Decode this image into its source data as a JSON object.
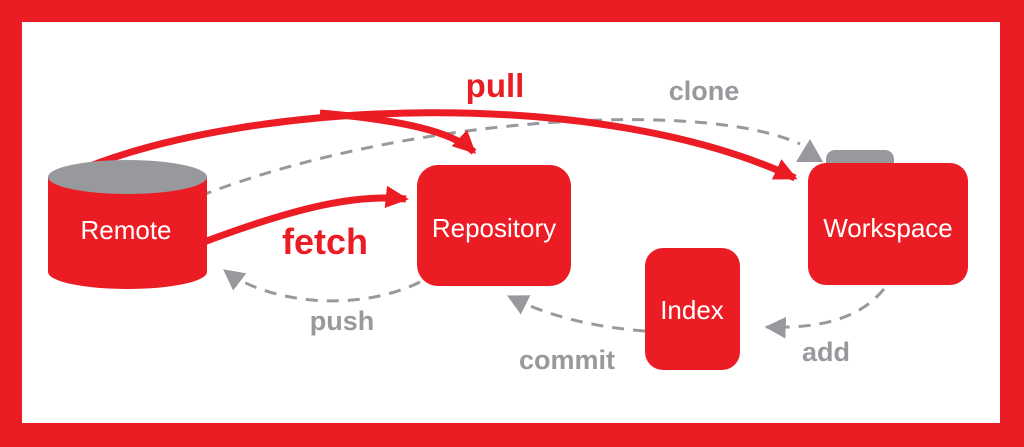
{
  "diagram": {
    "nodes": {
      "remote": {
        "label": "Remote",
        "shape": "database-cylinder"
      },
      "repository": {
        "label": "Repository",
        "shape": "rounded-rectangle"
      },
      "index": {
        "label": "Index",
        "shape": "rounded-rectangle"
      },
      "workspace": {
        "label": "Workspace",
        "shape": "folder"
      }
    },
    "actions": {
      "pull": {
        "label": "pull",
        "style": "solid-red",
        "from": "remote",
        "to": "workspace-and-repository"
      },
      "clone": {
        "label": "clone",
        "style": "dashed-gray",
        "from": "remote",
        "to": "workspace"
      },
      "fetch": {
        "label": "fetch",
        "style": "solid-red",
        "from": "remote",
        "to": "repository"
      },
      "push": {
        "label": "push",
        "style": "dashed-gray",
        "from": "repository",
        "to": "remote"
      },
      "commit": {
        "label": "commit",
        "style": "dashed-gray",
        "from": "index",
        "to": "repository"
      },
      "add": {
        "label": "add",
        "style": "dashed-gray",
        "from": "workspace",
        "to": "index"
      }
    },
    "colors": {
      "red": "#EC1C24",
      "gray": "#97999C",
      "node_text": "#FFFFFF",
      "background": "#FFFFFF"
    }
  }
}
